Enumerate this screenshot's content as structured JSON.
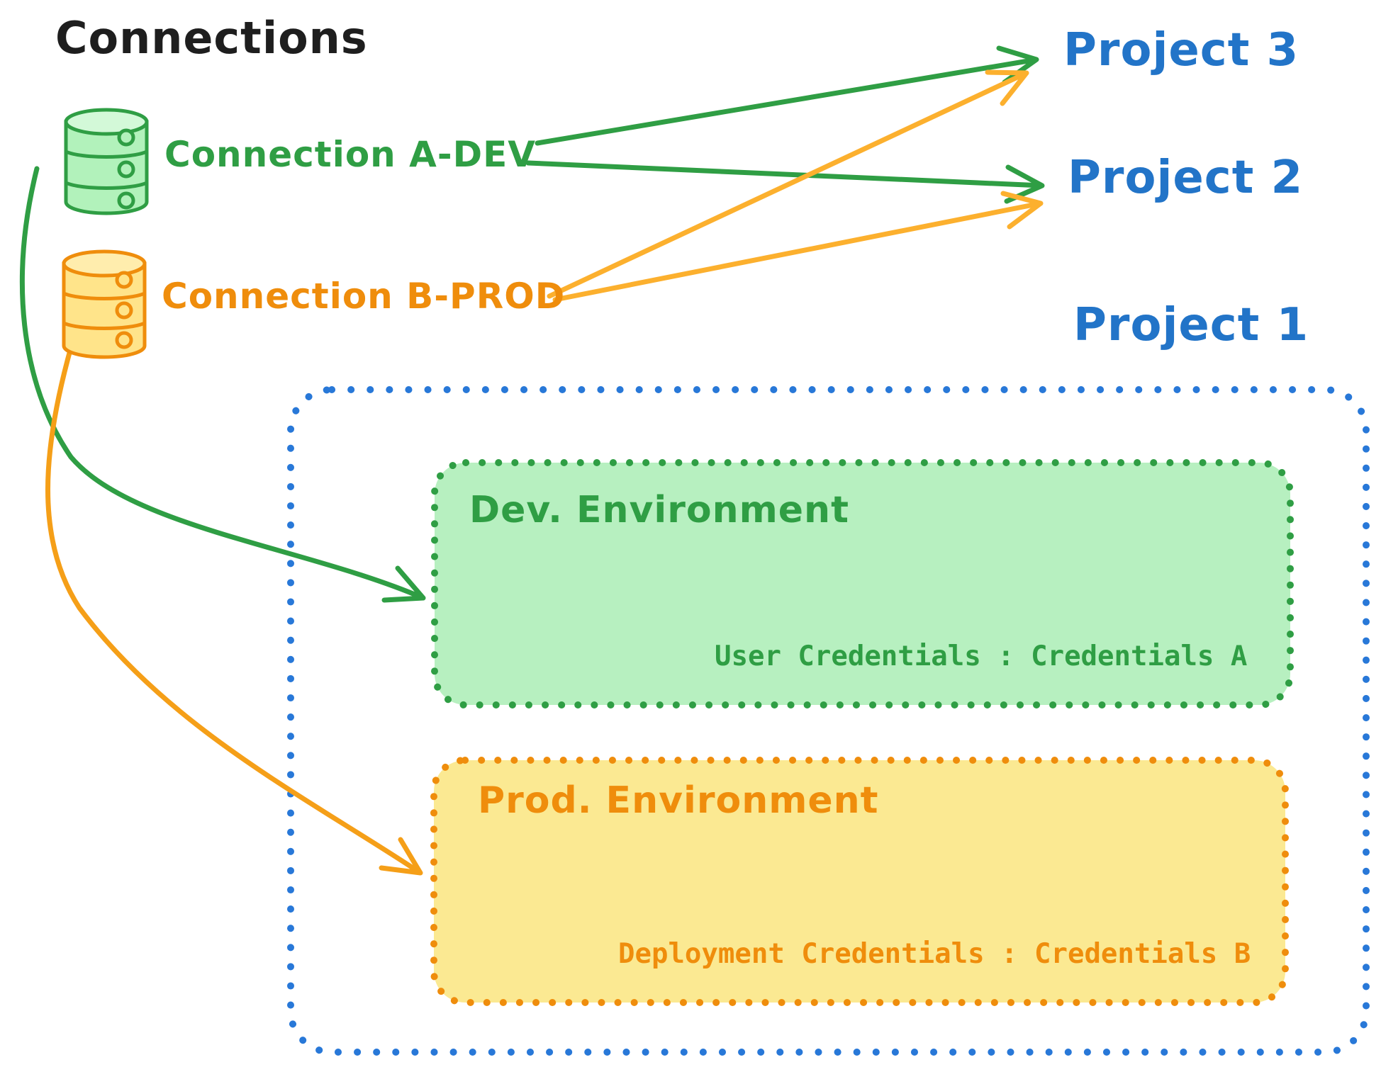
{
  "title": "Connections",
  "connections": [
    {
      "id": "a-dev",
      "label": "Connection A-DEV",
      "icon": "database-icon",
      "color": "#2f9e44",
      "fill": "#b2f2bb"
    },
    {
      "id": "b-prod",
      "label": "Connection B-PROD",
      "icon": "database-icon",
      "color": "#ef8d0c",
      "fill": "#ffe48a"
    }
  ],
  "projects": [
    {
      "label": "Project 3"
    },
    {
      "label": "Project 2"
    },
    {
      "label": "Project 1"
    }
  ],
  "project1": {
    "border_color": "#2878d8",
    "environments": [
      {
        "title": "Dev. Environment",
        "credentials": "User Credentials : Credentials A",
        "accent": "#2f9e44",
        "fill": "#b7f0c0"
      },
      {
        "title": "Prod. Environment",
        "credentials": "Deployment Credentials : Credentials B",
        "accent": "#ef8d0c",
        "fill": "#fbe992"
      }
    ]
  },
  "edges": [
    {
      "from": "Connection A-DEV",
      "to": "Project 3",
      "color": "#2f9e44"
    },
    {
      "from": "Connection A-DEV",
      "to": "Project 2",
      "color": "#2f9e44"
    },
    {
      "from": "Connection B-PROD",
      "to": "Project 3",
      "color": "#fcb02e"
    },
    {
      "from": "Connection B-PROD",
      "to": "Project 2",
      "color": "#fcb02e"
    },
    {
      "from": "Connection A-DEV",
      "to": "Dev. Environment",
      "color": "#2f9e44"
    },
    {
      "from": "Connection B-PROD",
      "to": "Prod. Environment",
      "color": "#f59f18"
    }
  ],
  "colors": {
    "title_text": "#1e1e1e",
    "project_text": "#2274c8",
    "green": "#2f9e44",
    "orange": "#ef8d0c",
    "orange_arrow": "#fcb02e",
    "blue_border": "#2878d8"
  }
}
